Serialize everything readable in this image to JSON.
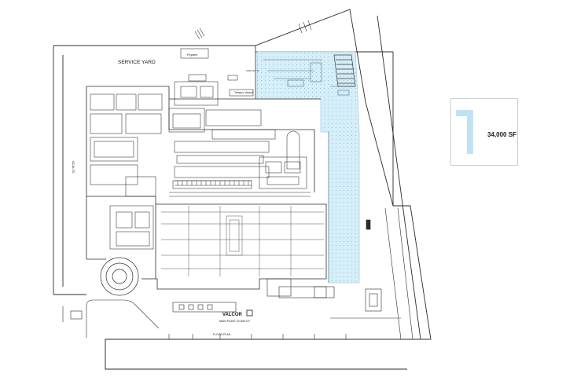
{
  "labels": {
    "service_yard": "SERVICE YARD",
    "propane": "Propane",
    "small_note": "9,000 Sq. Ft",
    "tempco_vessel": "Tempco Vessel",
    "acalto": "ACALTO",
    "logo": "VALCOR",
    "main_plant": "MAIN PLANT 32,845 S.F.",
    "floor_plan": "FLOOR PLAN"
  },
  "legend": {
    "area": "34,000 SF"
  },
  "colors": {
    "highlight_fill": "#d6eef7",
    "highlight_dots": "#7fb6d3",
    "highlight_border": "#a9d3e8",
    "line": "#2b2b2b",
    "legend_shape": "#bfe3f3"
  }
}
